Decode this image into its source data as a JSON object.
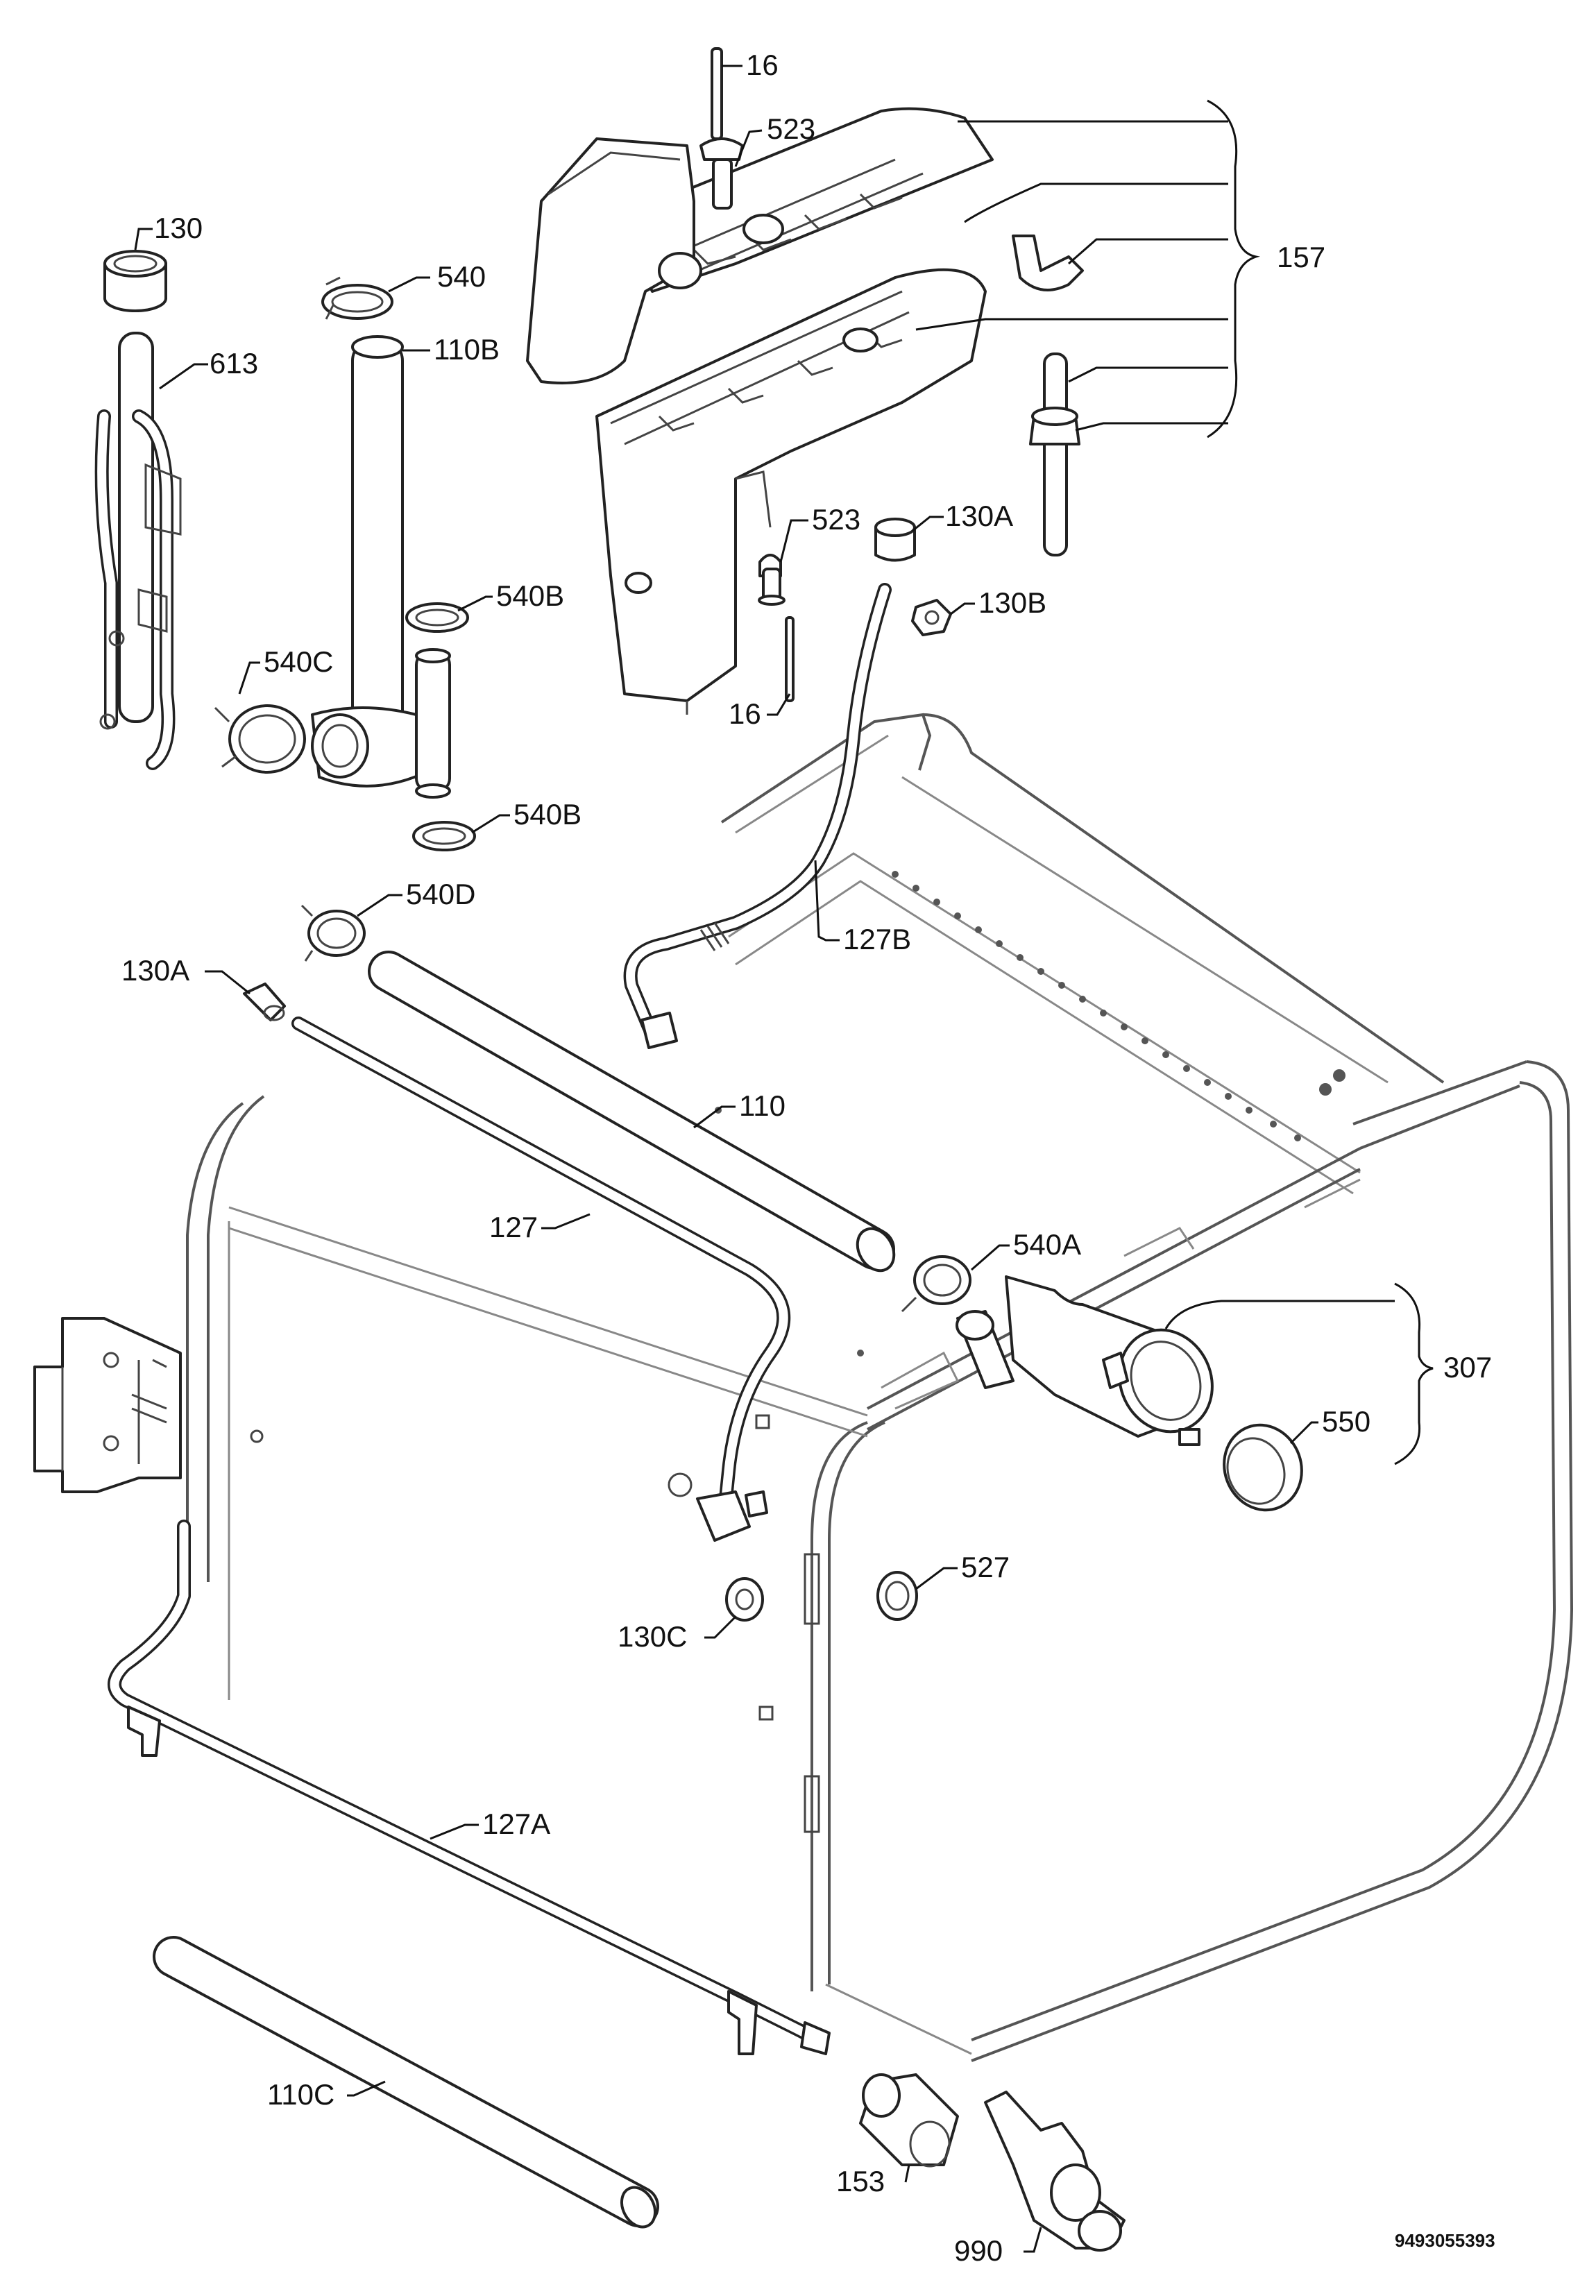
{
  "diagram": {
    "labels": {
      "p16_top": "16",
      "p523_top": "523",
      "p130": "130",
      "p540": "540",
      "p110b": "110B",
      "p613": "613",
      "p157": "157",
      "p523_mid": "523",
      "p130a_top": "130A",
      "p130b": "130B",
      "p540b_upper": "540B",
      "p540c": "540C",
      "p16_mid": "16",
      "p540b_lower": "540B",
      "p540d": "540D",
      "p127b": "127B",
      "p130a_left": "130A",
      "p110": "110",
      "p127": "127",
      "p540a": "540A",
      "p307": "307",
      "p550": "550",
      "p527": "527",
      "p130c": "130C",
      "p127a": "127A",
      "p110c": "110C",
      "p153": "153",
      "p990": "990"
    },
    "document_number": "9493055393"
  }
}
